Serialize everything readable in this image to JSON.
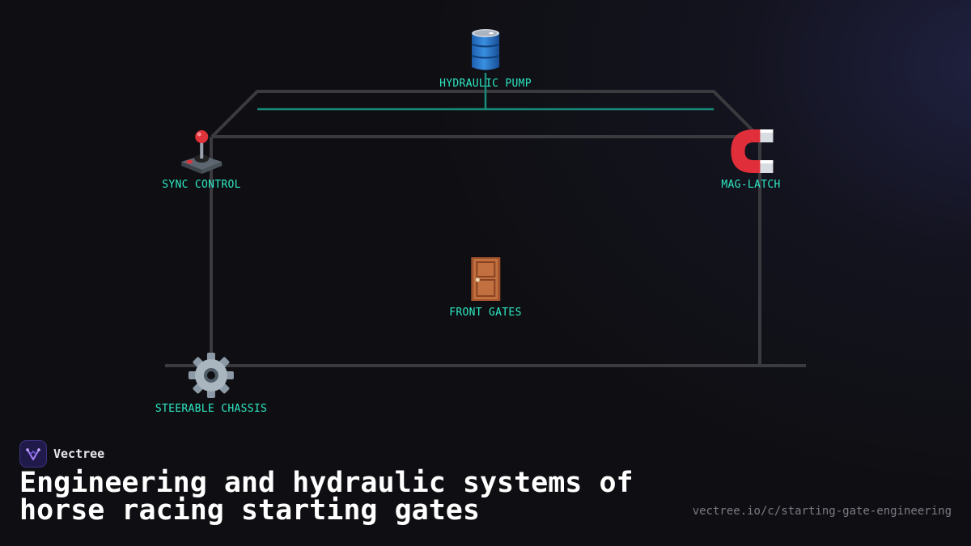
{
  "diagram": {
    "nodes": [
      {
        "id": "hydraulic-pump",
        "label": "HYDRAULIC PUMP",
        "icon": "oil-drum-icon"
      },
      {
        "id": "sync-control",
        "label": "SYNC CONTROL",
        "icon": "joystick-icon"
      },
      {
        "id": "mag-latch",
        "label": "MAG-LATCH",
        "icon": "magnet-icon"
      },
      {
        "id": "front-gates",
        "label": "FRONT GATES",
        "icon": "door-icon"
      },
      {
        "id": "steerable-chassis",
        "label": "STEERABLE CHASSIS",
        "icon": "gear-icon"
      }
    ]
  },
  "colors": {
    "background": "#0f0f13",
    "label": "#2ee8c2",
    "frame": "#3a3a3f",
    "pipe": "#1a8c7a",
    "title": "#ffffff",
    "url": "#7b7b86"
  },
  "brand": {
    "name": "Vectree"
  },
  "footer": {
    "title": "Engineering and hydraulic systems of horse racing starting gates",
    "url": "vectree.io/c/starting-gate-engineering"
  }
}
